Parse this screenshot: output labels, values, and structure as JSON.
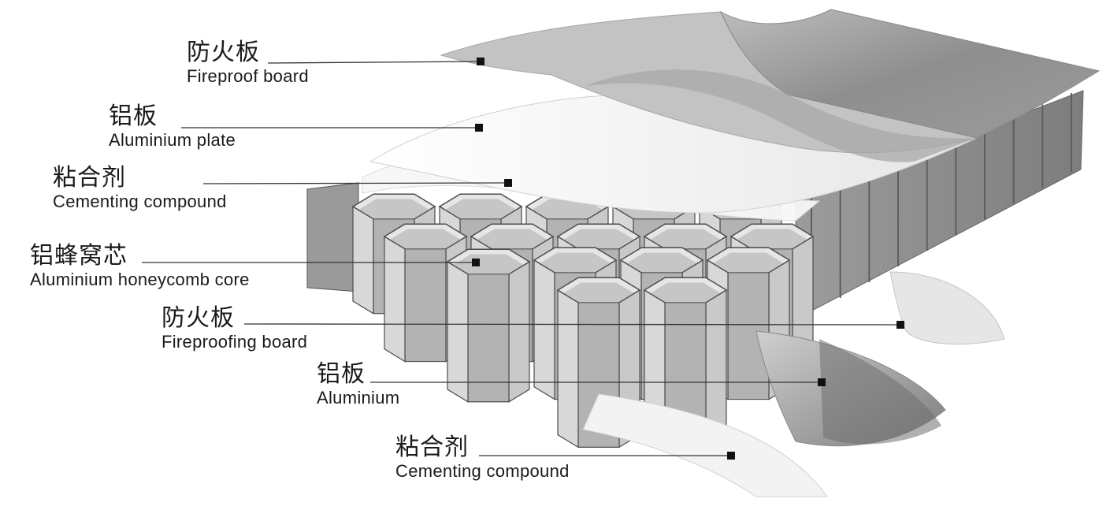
{
  "labels": [
    {
      "cn": "防火板",
      "en": "Fireproof board"
    },
    {
      "cn": "铝板",
      "en": "Aluminium plate"
    },
    {
      "cn": "粘合剂",
      "en": "Cementing compound"
    },
    {
      "cn": "铝蜂窝芯",
      "en": "Aluminium honeycomb core"
    },
    {
      "cn": "防火板",
      "en": "Fireproofing board"
    },
    {
      "cn": "铝板",
      "en": "Aluminium"
    },
    {
      "cn": "粘合剂",
      "en": "Cementing compound"
    }
  ],
  "colors": {
    "text": "#1a1a1a",
    "leader": "#333333",
    "fireproof_top": "#9a9a9a",
    "aluminium_plate": "#f2f2f2",
    "honeycomb_light": "#d4d4d4",
    "honeycomb_mid": "#bdbdbd",
    "honeycomb_dark": "#8a8a8a",
    "fireproof_bottom": "#8f8f8f"
  }
}
